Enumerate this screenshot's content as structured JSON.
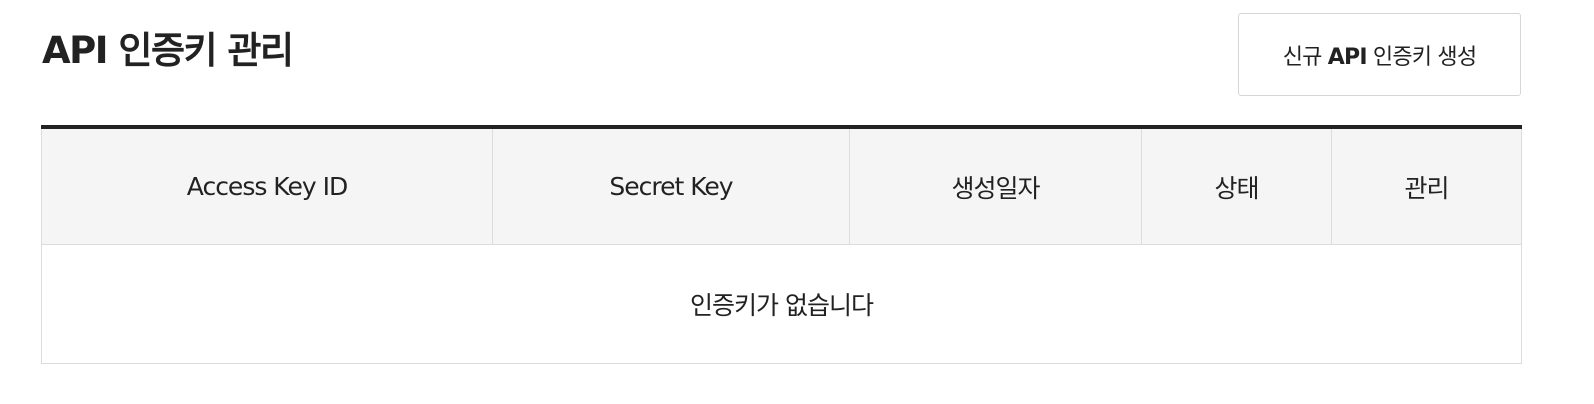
{
  "header": {
    "title": "API 인증키 관리",
    "create_button": {
      "prefix": "신규 ",
      "strong": "API",
      "suffix": " 인증키 생성"
    }
  },
  "table": {
    "columns": [
      "Access Key ID",
      "Secret Key",
      "생성일자",
      "상태",
      "관리"
    ],
    "rows": [],
    "empty_message": "인증키가 없습니다"
  },
  "colors": {
    "text": "#222222",
    "header_bg": "#f5f5f5",
    "border": "#dcdcdc",
    "table_top_border": "#222222"
  }
}
